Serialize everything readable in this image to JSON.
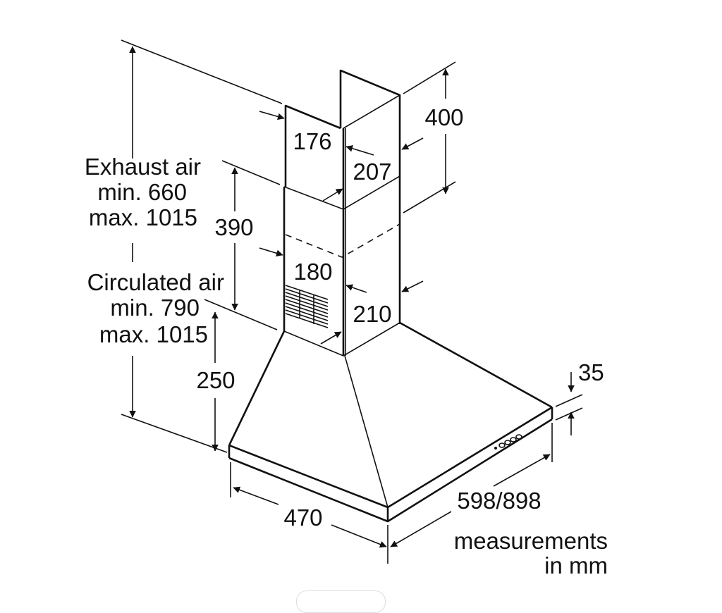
{
  "labels": {
    "exhaust": [
      "Exhaust air",
      "min. 660",
      "max. 1015"
    ],
    "circulated": [
      "Circulated air",
      "min. 790",
      "max. 1015"
    ],
    "dims": {
      "d176": "176",
      "d207": "207",
      "d400": "400",
      "d390": "390",
      "d180": "180",
      "d210": "210",
      "d250": "250",
      "d35": "35",
      "d470": "470",
      "d598": "598/898"
    },
    "units": [
      "measurements",
      "in mm"
    ]
  }
}
